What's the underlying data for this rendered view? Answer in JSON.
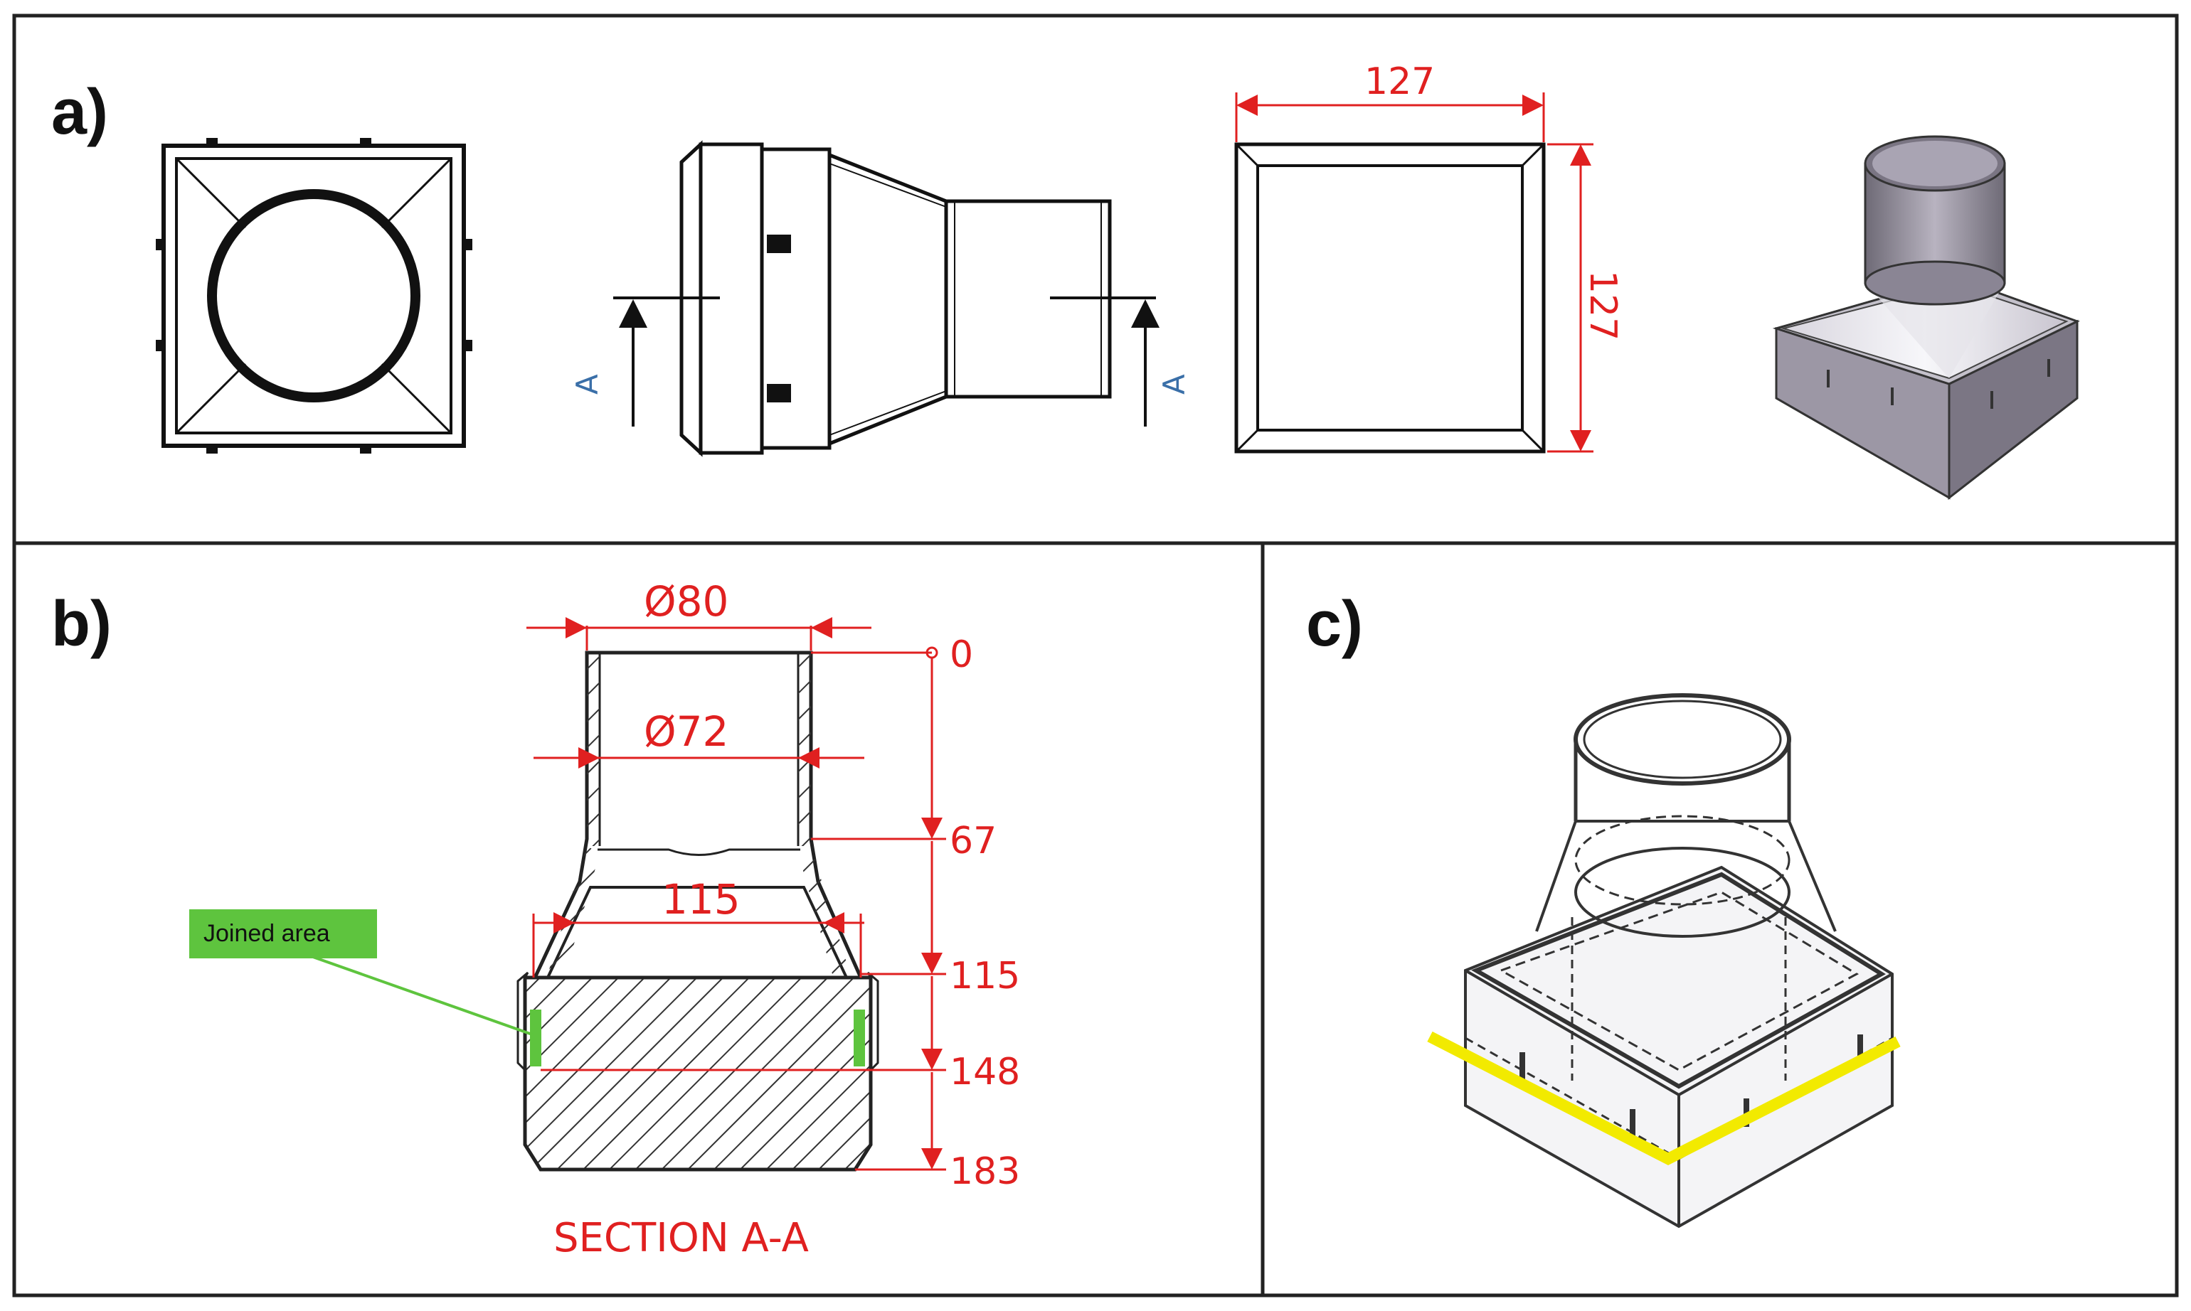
{
  "panels": {
    "a": {
      "label": "a)"
    },
    "b": {
      "label": "b)"
    },
    "c": {
      "label": "c)"
    }
  },
  "view_a": {
    "width_dim": "127",
    "height_dim": "127",
    "section_marker_left": "A",
    "section_marker_right": "A"
  },
  "section": {
    "outer_diameter": "Ø80",
    "inner_diameter": "Ø72",
    "base_width": "115",
    "levels": [
      "0",
      "67",
      "115",
      "148",
      "183"
    ],
    "title": "SECTION A-A",
    "joined_area_label": "Joined area"
  },
  "colors": {
    "dimension": "#e02020",
    "joined_area": "#5ec43e",
    "weld_line": "#f2ea00",
    "frame": "#222222"
  }
}
